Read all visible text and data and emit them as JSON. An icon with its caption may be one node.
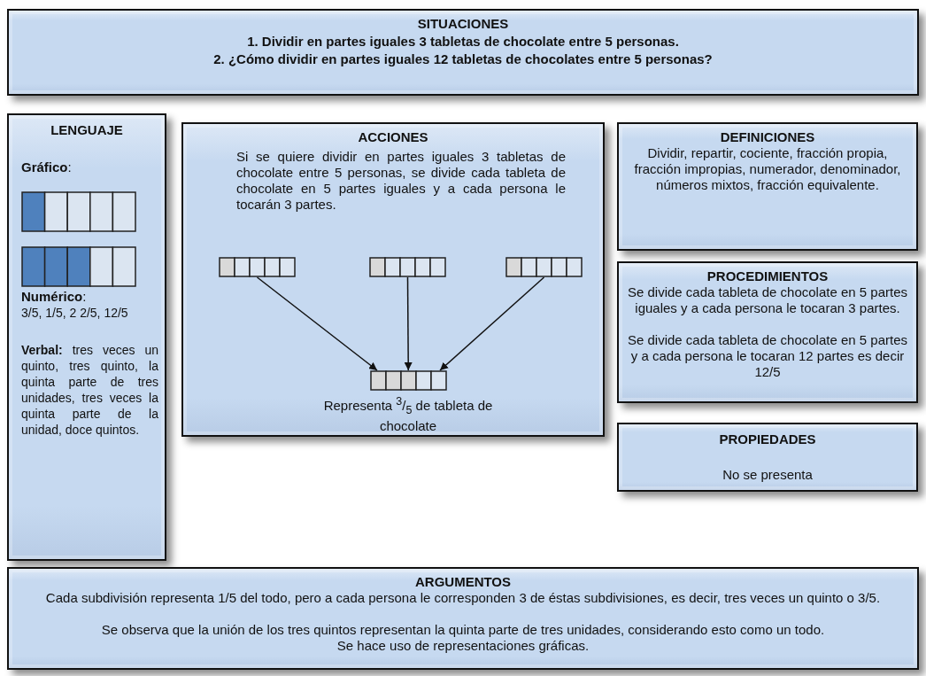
{
  "diagram": {
    "nodes": [
      {
        "text": [
          "SITUACIONES",
          "1.  Dividir en partes iguales 3 tabletas de chocolate entre 5 personas.",
          "2.  ¿Cómo dividir en partes iguales 12 tabletas de chocolates entre 5 personas?"
        ]
      },
      {
        "text": [
          "LENGUAJE",
          "**Gráfico**:",
          "**Numérico**:",
          "3/5,  1/5,  2  2/5, 12/5",
          "**Verbal:** tres veces un quinto, tres quinto, la quinta parte de tres unidades, tres veces la quinta parte de la unidad, doce quintos."
        ]
      },
      {
        "text": [],
        "shape": "bar",
        "in": 1
      },
      {
        "text": [],
        "shape": "bar",
        "in": 1
      },
      {
        "text": [
          "ACCIONES",
          "Si se quiere dividir en partes iguales 3 tabletas de chocolate entre 5 personas, se divide cada tableta de chocolate en 5 partes iguales y a cada persona le tocarán 3 partes."
        ]
      },
      {
        "text": [],
        "shape": "bar",
        "in": 4
      },
      {
        "text": [],
        "shape": "bar",
        "in": 4
      },
      {
        "text": [],
        "shape": "bar",
        "in": 4
      },
      {
        "text": [],
        "shape": "bar",
        "in": 4,
        "beside": [
          "Representa $^{3}$/$_{5}$ de tableta de chocolate"
        ]
      },
      {
        "text": [
          "DEFINICIONES",
          "Dividir, repartir, cociente, fracción propia, fracción impropias, numerador, denominador, números mixtos, fracción equivalente."
        ]
      },
      {
        "text": [
          "PROCEDIMIENTOS",
          "Se divide cada tableta de chocolate en 5 partes iguales y a cada persona le tocaran 3 partes.",
          "Se divide cada tableta de chocolate en 5 partes y a cada persona le tocaran 12 partes es decir 12/5"
        ]
      },
      {
        "text": [
          "PROPIEDADES",
          "No se presenta"
        ]
      },
      {
        "text": [
          "ARGUMENTOS",
          "Cada subdivisión representa 1/5 del todo, pero a cada persona le corresponden 3 de éstas subdivisiones, es decir, tres veces un quinto  o 3/5.",
          "Se observa que la unión de los tres quintos representan la quinta parte de tres unidades, considerando esto como un todo.",
          "Se hace uso de representaciones gráficas."
        ]
      }
    ],
    "edges": [
      {
        "from": 5,
        "to": 8,
        "arrow": "to"
      },
      {
        "from": 6,
        "to": 8,
        "arrow": "to"
      },
      {
        "from": 7,
        "to": 8,
        "arrow": "to"
      }
    ]
  }
}
